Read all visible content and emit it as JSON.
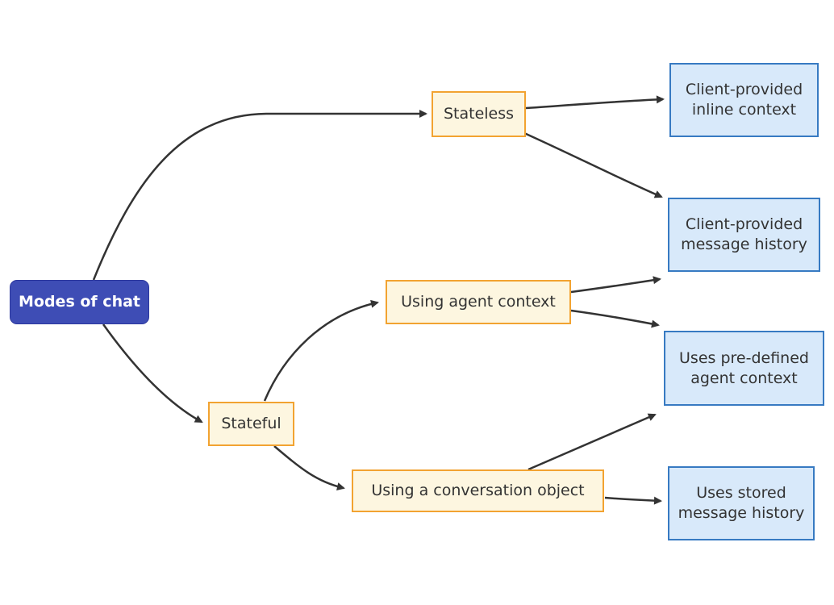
{
  "diagram": {
    "type": "flowchart",
    "nodes": {
      "modes": {
        "label": "Modes of chat",
        "role": "root"
      },
      "stateless": {
        "label": "Stateless",
        "role": "branch"
      },
      "stateful": {
        "label": "Stateful",
        "role": "branch"
      },
      "using_agent_context": {
        "label": "Using agent context",
        "role": "branch"
      },
      "using_conversation_object": {
        "label": "Using a conversation object",
        "role": "branch"
      },
      "client_inline_context": {
        "label": "Client-provided inline context",
        "role": "leaf"
      },
      "client_message_history": {
        "label": "Client-provided message history",
        "role": "leaf"
      },
      "predefined_agent_context": {
        "label": "Uses pre-defined agent context",
        "role": "leaf"
      },
      "stored_message_history": {
        "label": "Uses stored message history",
        "role": "leaf"
      }
    },
    "edges": [
      {
        "from": "Modes of chat",
        "to": "Stateless"
      },
      {
        "from": "Modes of chat",
        "to": "Stateful"
      },
      {
        "from": "Stateless",
        "to": "Client-provided inline context"
      },
      {
        "from": "Stateless",
        "to": "Client-provided message history"
      },
      {
        "from": "Stateful",
        "to": "Using agent context"
      },
      {
        "from": "Stateful",
        "to": "Using a conversation object"
      },
      {
        "from": "Using agent context",
        "to": "Client-provided message history"
      },
      {
        "from": "Using agent context",
        "to": "Uses pre-defined agent context"
      },
      {
        "from": "Using a conversation object",
        "to": "Uses pre-defined agent context"
      },
      {
        "from": "Using a conversation object",
        "to": "Uses stored message history"
      }
    ]
  },
  "colors": {
    "background": "#ffffff",
    "root_fill": "#3e4db5",
    "root_border": "#2c389e",
    "root_text": "#ffffff",
    "warm_fill": "#fdf6e0",
    "warm_border": "#f2a331",
    "cool_fill": "#d8e9fa",
    "cool_border": "#377ac2",
    "node_text": "#333333",
    "edge_stroke": "#333333"
  }
}
